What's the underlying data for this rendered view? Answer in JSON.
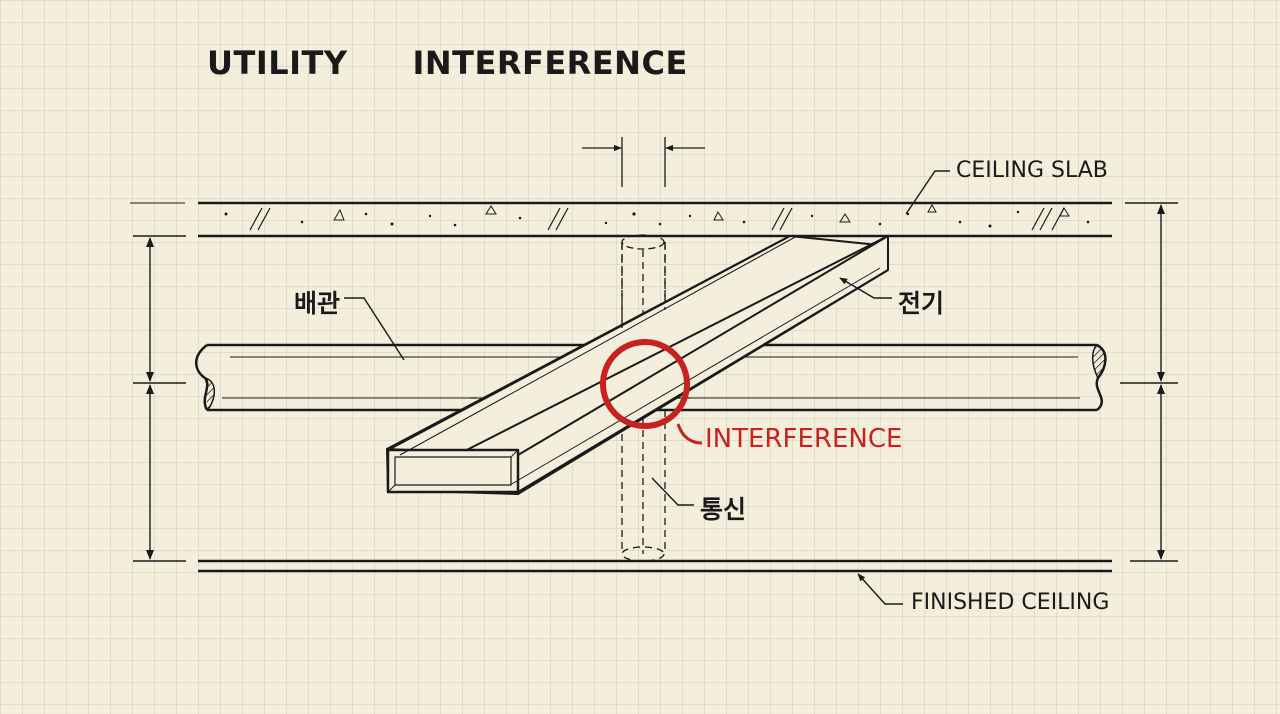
{
  "title": "UTILITY   INTERFERENCE",
  "labels": {
    "ceiling_slab": "CEILING SLAB",
    "finished_ceiling": "FINISHED CEILING",
    "piping": "배관",
    "electrical": "전기",
    "telecom": "통신",
    "interference": "INTERFERENCE"
  },
  "colors": {
    "paper": "#f4efdc",
    "grid": "#cfcbb5",
    "ink": "#1a1a1a",
    "highlight": "#c8211f"
  }
}
